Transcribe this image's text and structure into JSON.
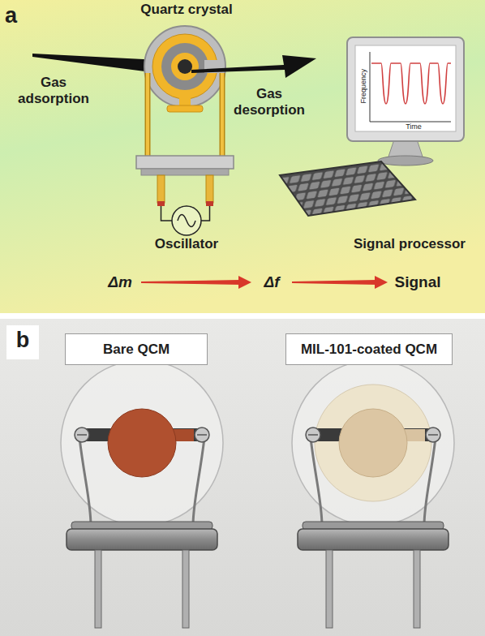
{
  "diagram": {
    "nodes": [
      {
        "text": [
          "Δm"
        ]
      },
      {
        "text": [
          "Δf"
        ]
      },
      {
        "text": [
          "Signal"
        ]
      },
      {
        "text": [
          "Bare QCM"
        ]
      },
      {
        "text": [
          "MIL-101-coated QCM"
        ]
      }
    ],
    "edges": [
      {
        "from": 0,
        "to": 1,
        "arrow": "to"
      },
      {
        "from": 1,
        "to": 2,
        "arrow": "to"
      }
    ],
    "labels": [
      "a",
      "Quartz crystal",
      "Gas adsorption",
      "Gas desorption",
      "Oscillator",
      "Signal processor",
      "Frequency",
      "Time",
      "b"
    ]
  }
}
